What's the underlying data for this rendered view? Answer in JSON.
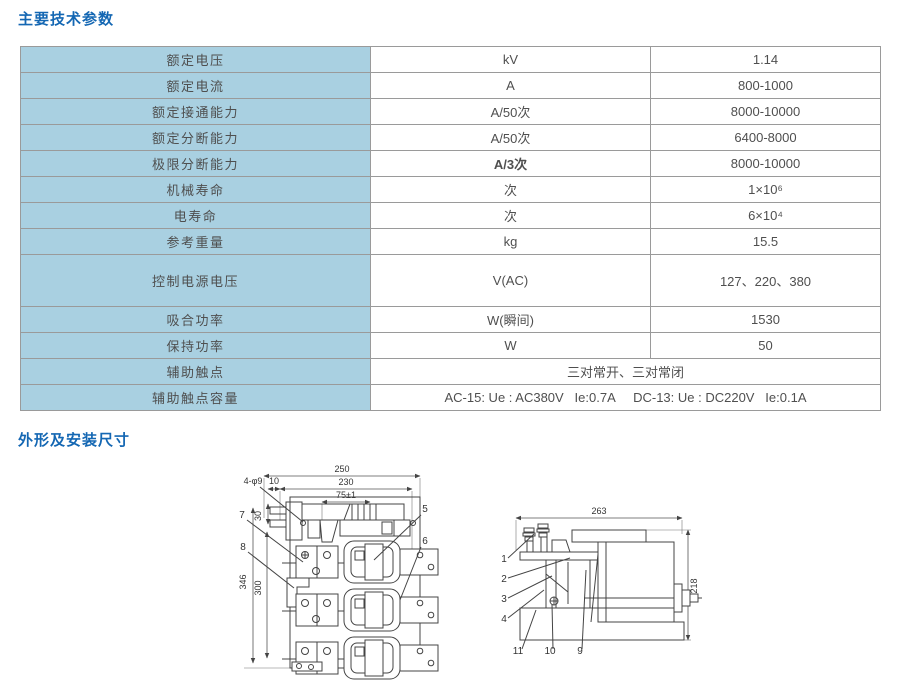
{
  "sections": {
    "params_title": "主要技术参数",
    "dimensions_title": "外形及安装尺寸"
  },
  "table": {
    "rows": [
      {
        "name": "额定电压",
        "unit": "kV",
        "value": "1.14"
      },
      {
        "name": "额定电流",
        "unit": "A",
        "value": "800-1000"
      },
      {
        "name": "额定接通能力",
        "unit": "A/50次",
        "value": "8000-10000"
      },
      {
        "name": "额定分断能力",
        "unit": "A/50次",
        "value": "6400-8000"
      },
      {
        "name": "极限分断能力",
        "unit": "A/3次",
        "value": "8000-10000"
      },
      {
        "name": "机械寿命",
        "unit": "次",
        "value": "1×10⁶"
      },
      {
        "name": "电寿命",
        "unit": "次",
        "value": "6×10⁴"
      },
      {
        "name": "参考重量",
        "unit": "kg",
        "value": "15.5"
      },
      {
        "name": "控制电源电压",
        "unit": "V(AC)",
        "value": "127、220、380"
      },
      {
        "name": "吸合功率",
        "unit": "W(瞬间)",
        "value": "1530"
      },
      {
        "name": "保持功率",
        "unit": "W",
        "value": "50"
      },
      {
        "name": "辅助触点",
        "merged": "三对常开、三对常闭"
      },
      {
        "name": "辅助触点容量",
        "merged": "AC-15: Ue : AC380V   Ie:0.7A     DC-13: Ue : DC220V   Ie:0.1A"
      }
    ]
  },
  "drawings": {
    "front": {
      "dim_width_outer": "250",
      "dim_width_inner": "230",
      "dim_center": "75±1",
      "dim_offset": "10",
      "dim_top": "30",
      "dim_height_outer": "346",
      "dim_height_inner": "300",
      "hole_label": "4-φ9",
      "callout_5": "5",
      "callout_6": "6",
      "callout_7": "7",
      "callout_8": "8"
    },
    "side": {
      "dim_width": "263",
      "dim_height": "218",
      "callout_1": "1",
      "callout_2": "2",
      "callout_3": "3",
      "callout_4": "4",
      "callout_9": "9",
      "callout_10": "10",
      "callout_11": "11"
    }
  }
}
